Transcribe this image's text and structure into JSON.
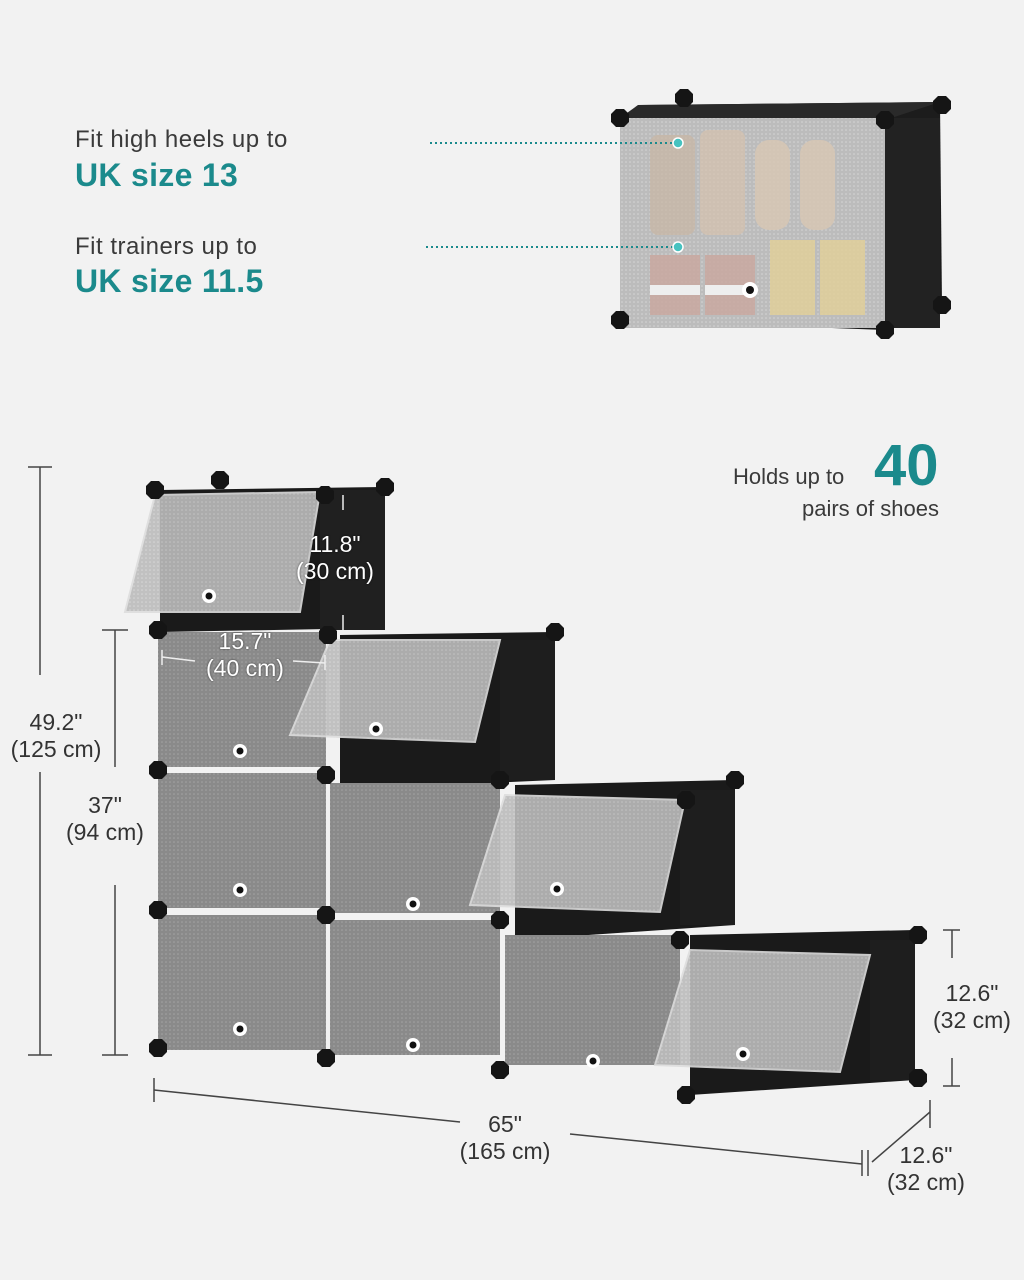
{
  "features": [
    {
      "label": "Fit high heels up to",
      "value": "UK size 13"
    },
    {
      "label": "Fit trainers up to",
      "value": "UK size 11.5"
    }
  ],
  "capacity": {
    "prefix": "Holds up to",
    "number": "40",
    "suffix": "pairs of shoes"
  },
  "dimensions": {
    "cube_height": {
      "in": "11.8\"",
      "cm": "(30 cm)"
    },
    "cube_width": {
      "in": "15.7\"",
      "cm": "(40 cm)"
    },
    "total_height": {
      "in": "49.2\"",
      "cm": "(125 cm)"
    },
    "three_tier_height": {
      "in": "37\"",
      "cm": "(94 cm)"
    },
    "single_height": {
      "in": "12.6\"",
      "cm": "(32 cm)"
    },
    "total_width": {
      "in": "65\"",
      "cm": "(165 cm)"
    },
    "depth": {
      "in": "12.6\"",
      "cm": "(32 cm)"
    }
  },
  "colors": {
    "accent": "#1b8a8c",
    "background": "#f2f2f2",
    "frame": "#1a1a1a",
    "door": "#8e8e8e"
  }
}
